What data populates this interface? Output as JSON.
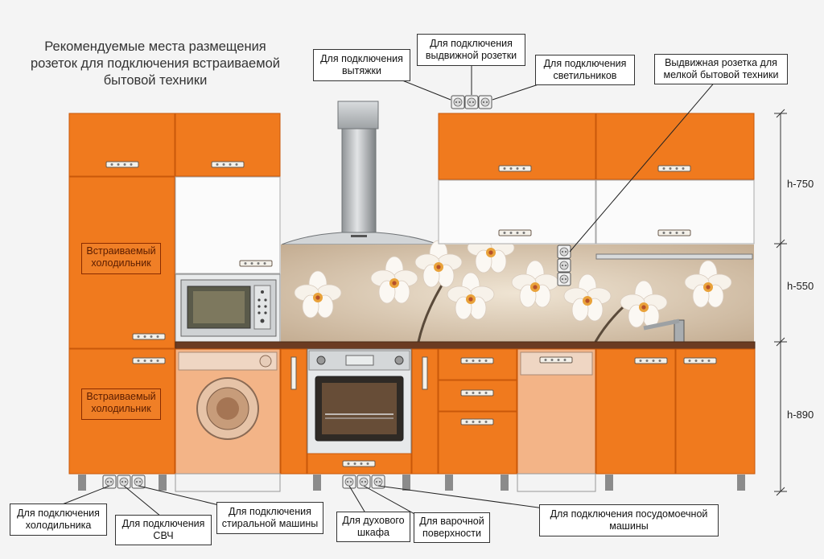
{
  "title": {
    "line1": "Рекомендуемые места размещения",
    "line2": "розеток для подключения встраиваемой",
    "line3": "бытовой техники"
  },
  "callouts": {
    "hood": {
      "line1": "Для подключения",
      "line2": "вытяжки"
    },
    "pullout_socket": {
      "line1": "Для подключения",
      "line2": "выдвижной розетки"
    },
    "lights": {
      "line1": "Для подключения",
      "line2": "светильников"
    },
    "small_appliances": {
      "line1": "Выдвижная розетка для",
      "line2": "мелкой бытовой техники"
    },
    "fridge": {
      "line1": "Для подключения",
      "line2": "холодильника"
    },
    "microwave": {
      "line1": "Для подключения",
      "line2": "СВЧ"
    },
    "washer": {
      "line1": "Для подключения",
      "line2": "стиральной машины"
    },
    "oven": {
      "line1": "Для духового",
      "line2": "шкафа"
    },
    "hob": {
      "line1": "Для варочной",
      "line2": "поверхности"
    },
    "dishwasher": {
      "line1": "Для подключения посудомоечной",
      "line2": "машины"
    }
  },
  "fridge_labels": {
    "upper": {
      "line1": "Встраиваемый",
      "line2": "холодильник"
    },
    "lower": {
      "line1": "Встраиваемый",
      "line2": "холодильник"
    }
  },
  "dimensions": {
    "upper": "h-750",
    "middle": "h-550",
    "lower": "h-890"
  },
  "colors": {
    "cabinet_orange": "#f07a1e",
    "cabinet_edge": "#c9580a",
    "countertop": "#6b3b22",
    "white_cabinet": "#fbfbfb",
    "steel": "#b8bcc0"
  }
}
